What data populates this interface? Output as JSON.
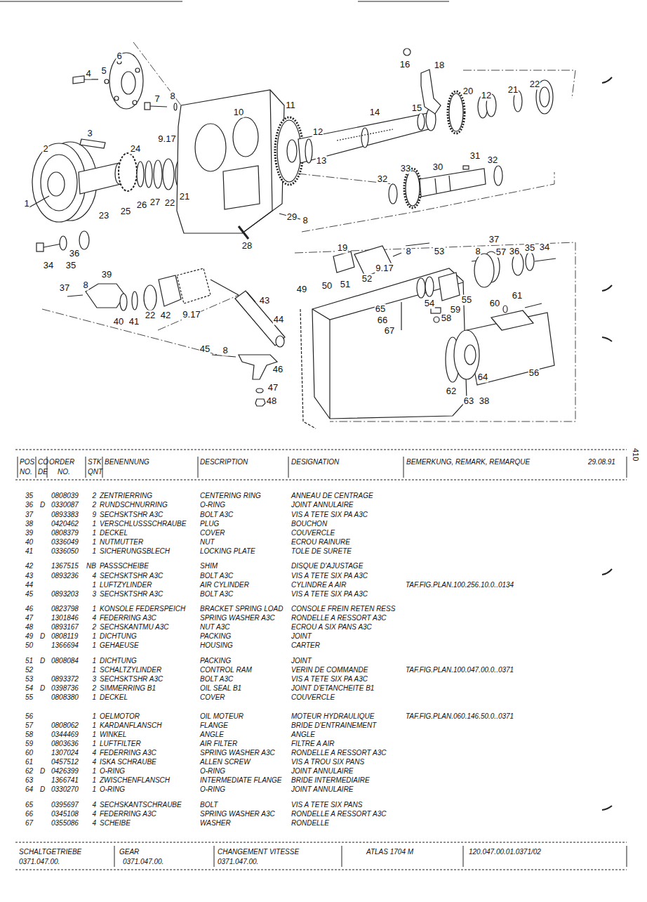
{
  "diagram": {
    "labels": [
      "6",
      "4",
      "5",
      "16",
      "18",
      "20",
      "12",
      "21",
      "22",
      "7",
      "8",
      "10",
      "11",
      "3",
      "9.17",
      "24",
      "12",
      "14",
      "15",
      "13",
      "2",
      "33",
      "30",
      "31",
      "32",
      "32",
      "1",
      "23",
      "25",
      "26",
      "27",
      "22",
      "21",
      "29",
      "8",
      "28",
      "36",
      "34",
      "35",
      "37",
      "8",
      "39",
      "19",
      "8",
      "53",
      "8",
      "37",
      "57",
      "36",
      "35",
      "34",
      "9.17",
      "40",
      "41",
      "22",
      "42",
      "9.17",
      "43",
      "49",
      "50",
      "51",
      "52",
      "54",
      "55",
      "60",
      "61",
      "44",
      "65",
      "59",
      "58",
      "66",
      "67",
      "45",
      "8",
      "46",
      "47",
      "48",
      "62",
      "63",
      "38",
      "64",
      "56",
      "POS",
      "CO",
      "ORDER",
      "STK",
      "BENENNUNG",
      "DESCRIPTION",
      "DESIGNATION",
      "BEMERKUNG, REMARK, REMARQUE",
      "29.08.91",
      "NO.",
      "DE",
      "NO.",
      "QNT",
      "35",
      "0808039",
      "2",
      "ZENTRIERRING",
      "CENTERING RING",
      "ANNEAU DE CENTRAGE",
      "36",
      "D",
      "0330087",
      "2",
      "RUNDSCHNURRING",
      "O-RING",
      "JOINT ANNULAIRE",
      "37",
      "0893383",
      "9",
      "SECHSKTSHR A3C",
      "BOLT A3C",
      "VIS A TETE SIX PA A3C",
      "38",
      "0420462",
      "1",
      "VERSCHLUSSSCHRAUBE",
      "PLUG",
      "BOUCHON",
      "39",
      "0808379",
      "1",
      "DECKEL",
      "COVER",
      "COUVERCLE",
      "40",
      "0336049",
      "1",
      "NUTMUTTER",
      "NUT",
      "ECROU RAINURE",
      "41",
      "0336050",
      "1",
      "SICHERUNGSBLECH",
      "LOCKING PLATE",
      "TOLE DE SURETE",
      "42",
      "1367515",
      "NB",
      "PASSSCHEIBE",
      "SHIM",
      "DISQUE D'AJUSTAGE",
      "43",
      "0893236",
      "4",
      "SECHSKTSHR A3C",
      "BOLT A3C",
      "VIS A TETE SIX PA A3C",
      "44",
      "1",
      "LUFTZYLINDER",
      "AIR CYLINDER",
      "CYLINDRE A AIR",
      "TAF.FIG.PLAN.100.256.10.0..0134",
      "45",
      "0893203",
      "3",
      "SECHSKTSHR A3C",
      "BOLT A3C",
      "VIS A TETE SIX PA A3C",
      "46",
      "0823798",
      "1",
      "KONSOLE FEDERSPEICH",
      "BRACKET SPRING LOAD",
      "CONSOLE FREIN RETEN RESS",
      "47",
      "1301846",
      "4",
      "FEDERRING A3C",
      "SPRING WASHER A3C",
      "RONDELLE A RESSORT A3C",
      "48",
      "0893167",
      "2",
      "SECHSKANTMU A3C",
      "NUT A3C",
      "ECROU A SIX PANS A3C",
      "49",
      "D",
      "0808119",
      "1",
      "DICHTUNG",
      "PACKING",
      "JOINT",
      "50",
      "1366694",
      "1",
      "GEHAEUSE",
      "HOUSING",
      "CARTER",
      "51",
      "D",
      "0808084",
      "1",
      "DICHTUNG",
      "PACKING",
      "JOINT",
      "52",
      "1",
      "SCHALTZYLINDER",
      "CONTROL RAM",
      "VERIN DE COMMANDE",
      "TAF.FIG.PLAN.100.047.00.0..0371",
      "53",
      "0893372",
      "3",
      "SECHSKTSHR A3C",
      "BOLT A3C",
      "VIS A TETE SIX PA A3C",
      "54",
      "D",
      "0398736",
      "2",
      "SIMMERRING B1",
      "OIL SEAL B1",
      "JOINT D'ETANCHEITE B1",
      "55",
      "0808380",
      "1",
      "DECKEL",
      "COVER",
      "COUVERCLE",
      "56",
      "1",
      "OELMOTOR",
      "OIL MOTEUR",
      "MOTEUR HYDRAULIQUE",
      "TAF.FIG.PLAN.060.146.50.0..0371",
      "57",
      "0808062",
      "1",
      "KARDANFLANSCH",
      "FLANGE",
      "BRIDE D'ENTRAINEMENT",
      "58",
      "0344469",
      "1",
      "WINKEL",
      "ANGLE",
      "ANGLE",
      "59",
      "0803636",
      "1",
      "LUFTFILTER",
      "AIR FILTER",
      "FILTRE A AIR",
      "60",
      "1307024",
      "4",
      "FEDERRING A3C",
      "SPRING WASHER A3C",
      "RONDELLE A RESSORT A3C",
      "61",
      "0457512",
      "4",
      "ISKA SCHRAUBE",
      "ALLEN SCREW",
      "VIS A TROU SIX PANS",
      "62",
      "D",
      "0426399",
      "1",
      "O-RING",
      "O-RING",
      "JOINT ANNULAIRE",
      "63",
      "1366741",
      "1",
      "ZWISCHENFLANSCH",
      "INTERMEDIATE FLANGE",
      "BRIDE INTERMEDIAIRE",
      "64",
      "D",
      "0330270",
      "1",
      "O-RING",
      "O-RING",
      "JOINT ANNULAIRE",
      "65",
      "0395697",
      "4",
      "SECHSKANTSCHRAUBE",
      "BOLT",
      "VIS A TETE SIX PANS",
      "66",
      "0345108",
      "4",
      "FEDERRING A3C",
      "SPRING WASHER A3C",
      "RONDELLE A RESSORT A3C",
      "67",
      "0355086",
      "4",
      "SCHEIBE",
      "WASHER",
      "RONDELLE",
      "SCHALTGETRIEBE",
      "GEAR",
      "CHANGEMENT VITESSE",
      "ATLAS 1704 M",
      "120.047.00.01.0371/02",
      "0371.047.00.",
      "0371.047.00.",
      "0371.047.00.",
      "410"
    ]
  }
}
